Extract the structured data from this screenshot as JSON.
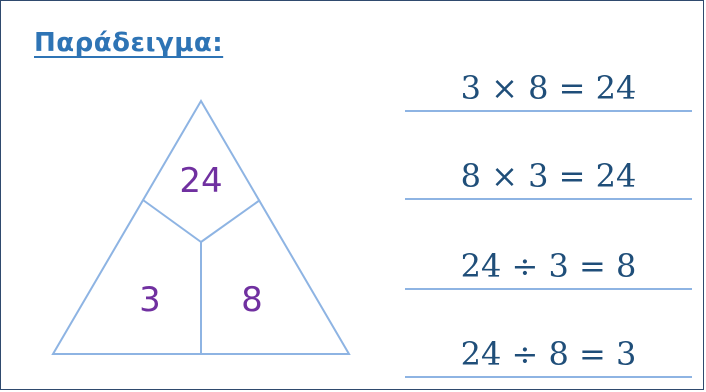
{
  "title": "Παράδειγμα:",
  "triangle": {
    "top": "24",
    "bottom_left": "3",
    "bottom_right": "8"
  },
  "equations": [
    "3 × 8 = 24",
    "8 × 3 = 24",
    "24 ÷ 3 = 8",
    "24 ÷ 8 = 3"
  ],
  "colors": {
    "title": "#2e74b5",
    "triangle_numbers": "#7030a0",
    "triangle_lines": "#8eb4e3",
    "equation_text": "#1f4e79",
    "frame_border": "#2f4a6e"
  }
}
